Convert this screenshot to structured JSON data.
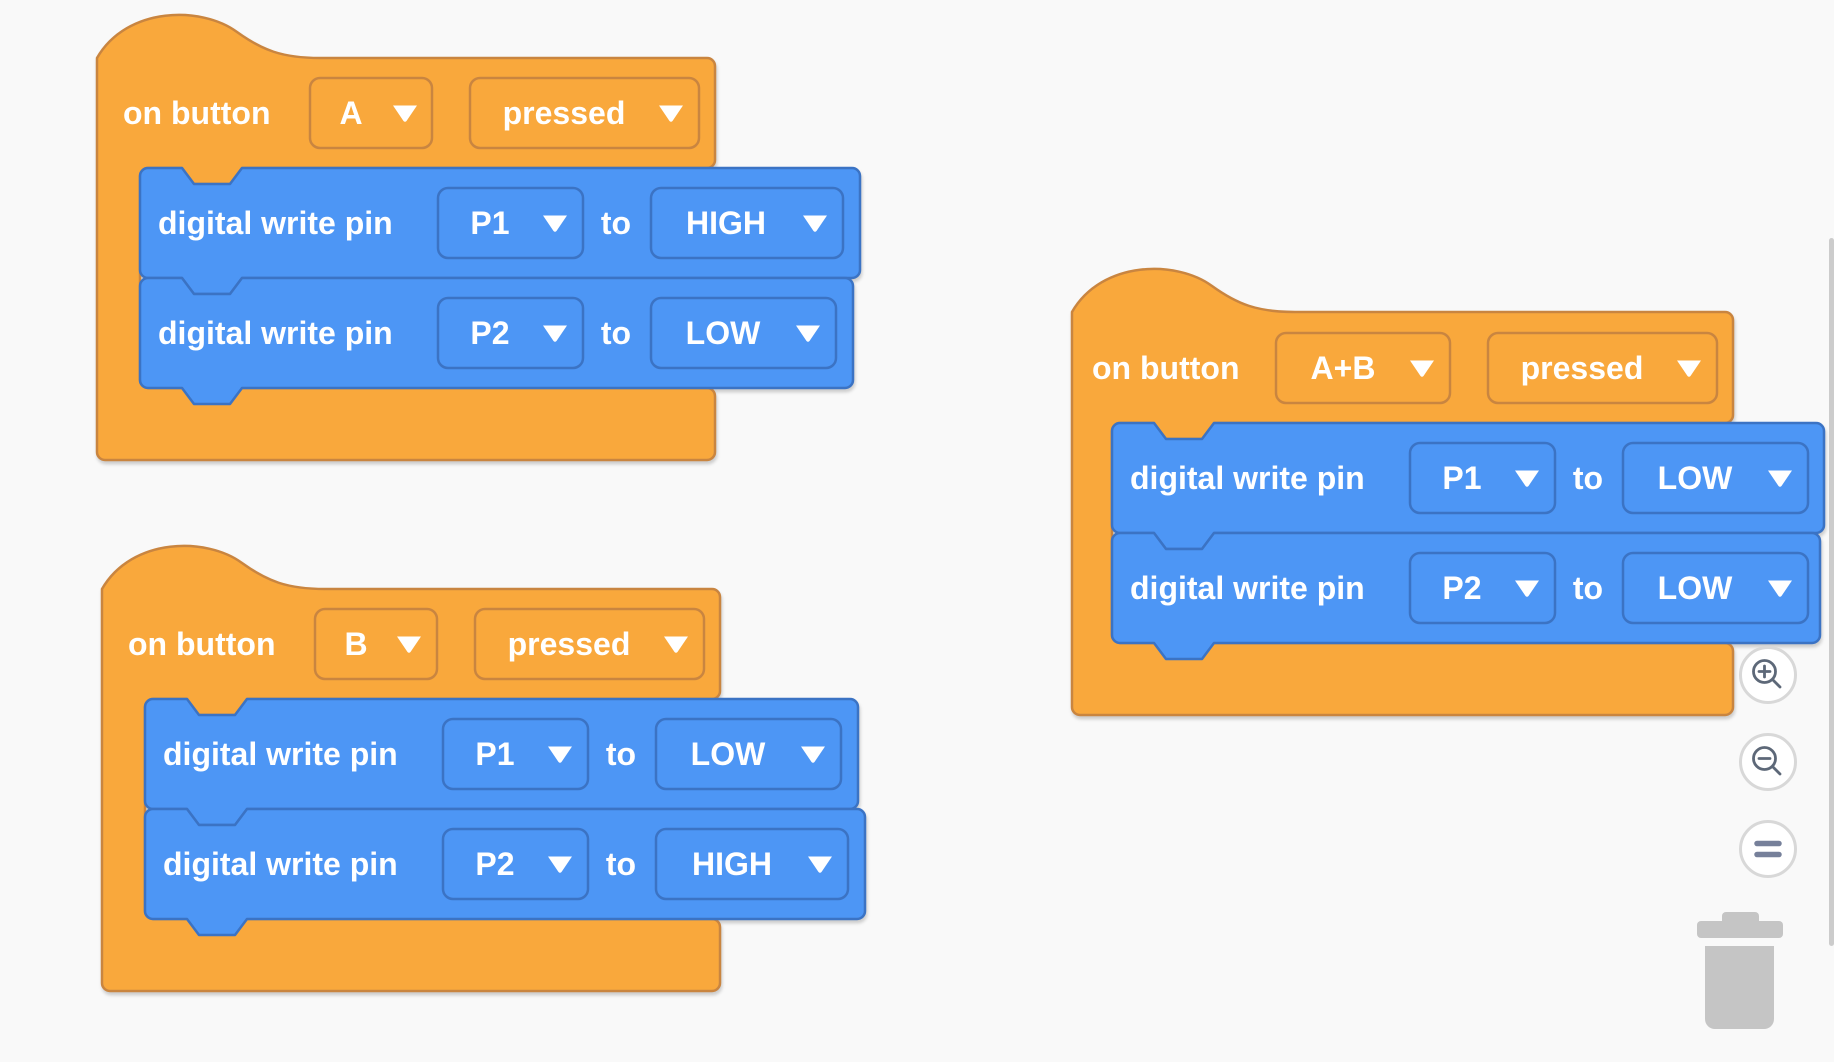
{
  "workspace": {
    "background_color": "#f9f9f9",
    "block_colors": {
      "event_fill": "#f9a83c",
      "event_border": "#c98540",
      "pins_fill": "#4d96f5",
      "pins_border": "#3b73c4",
      "text": "#ffffff"
    },
    "scripts": [
      {
        "event": {
          "label": "on button",
          "button": "A",
          "action": "pressed"
        },
        "statements": [
          {
            "label": "digital write pin",
            "pin": "P1",
            "to": "to",
            "value": "HIGH"
          },
          {
            "label": "digital write pin",
            "pin": "P2",
            "to": "to",
            "value": "LOW"
          }
        ]
      },
      {
        "event": {
          "label": "on button",
          "button": "B",
          "action": "pressed"
        },
        "statements": [
          {
            "label": "digital write pin",
            "pin": "P1",
            "to": "to",
            "value": "LOW"
          },
          {
            "label": "digital write pin",
            "pin": "P2",
            "to": "to",
            "value": "HIGH"
          }
        ]
      },
      {
        "event": {
          "label": "on button",
          "button": "A+B",
          "action": "pressed"
        },
        "statements": [
          {
            "label": "digital write pin",
            "pin": "P1",
            "to": "to",
            "value": "LOW"
          },
          {
            "label": "digital write pin",
            "pin": "P2",
            "to": "to",
            "value": "LOW"
          }
        ]
      }
    ],
    "controls": {
      "zoom_in_icon": "magnifier-plus",
      "zoom_out_icon": "magnifier-minus",
      "zoom_reset_icon": "equals",
      "trash_icon": "trash-can"
    }
  }
}
